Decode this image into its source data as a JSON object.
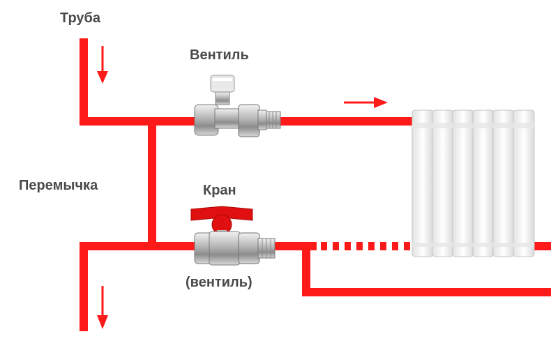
{
  "labels": {
    "pipe": "Труба",
    "valve": "Вентиль",
    "bypass": "Перемычка",
    "tap": "Кран",
    "tap_alt": "(вентиль)"
  },
  "colors": {
    "pipe": "#ff1a1a",
    "brass": "#c9c9c9",
    "handle": "#e01010",
    "radiator": "#f4f4f4",
    "text": "#4a4a4a"
  },
  "icons": {
    "flow_arrow": "arrow-icon",
    "valve": "thermostatic-valve-icon",
    "tap": "ball-valve-icon",
    "radiator": "radiator-icon"
  }
}
